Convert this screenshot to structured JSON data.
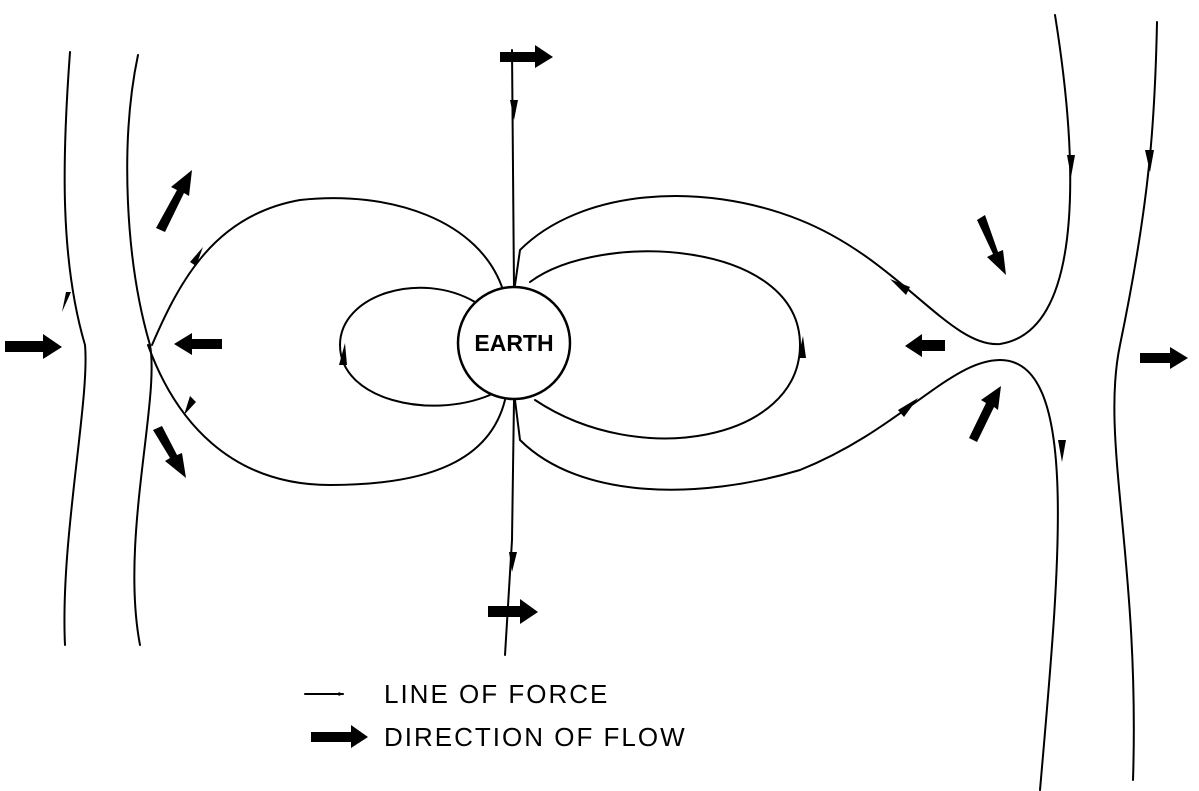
{
  "diagram": {
    "earth_label": "EARTH",
    "legend": {
      "line_of_force_label": "LINE OF FORCE",
      "direction_of_flow_label": "DIRECTION OF FLOW"
    },
    "colors": {
      "ink": "#000000",
      "background": "#ffffff"
    }
  }
}
